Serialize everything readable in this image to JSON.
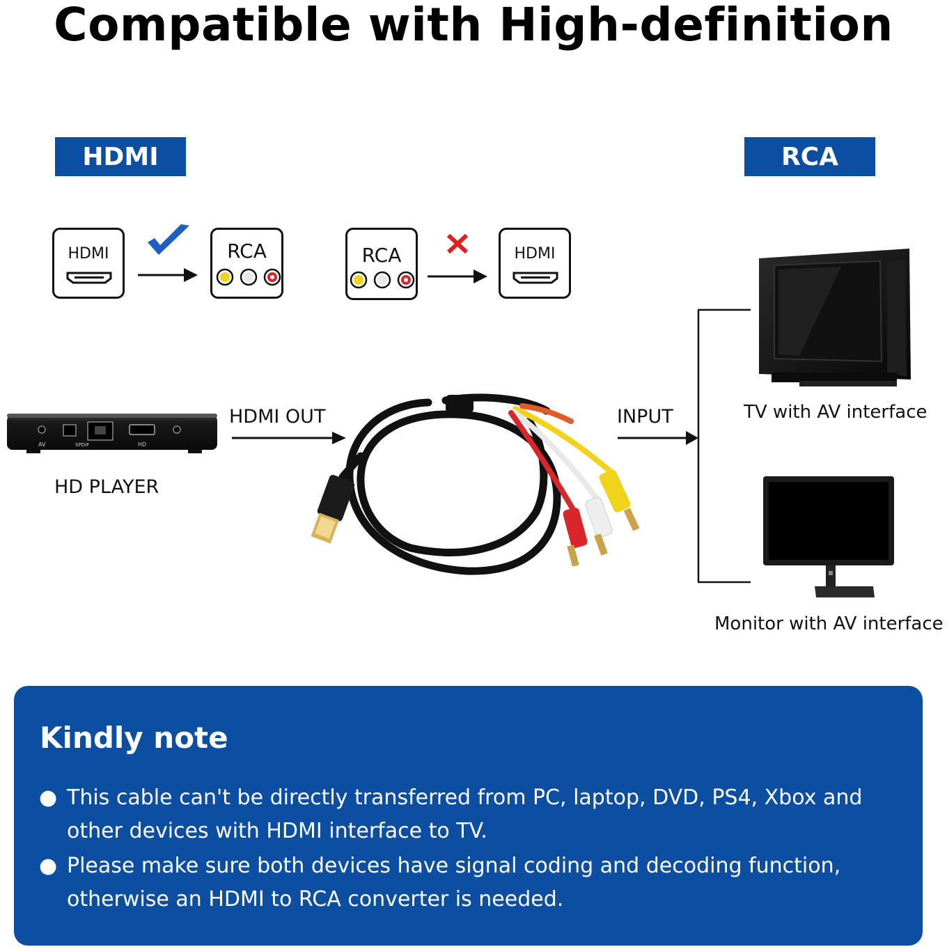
{
  "title": "Compatible with High-definition",
  "tags": {
    "left": "HDMI",
    "right": "RCA"
  },
  "compat": {
    "ok": {
      "from": "HDMI",
      "to": "RCA"
    },
    "bad": {
      "from": "RCA",
      "to": "HDMI"
    }
  },
  "labels": {
    "hdmi_out": "HDMI OUT",
    "input": "INPUT",
    "player": "HD PLAYER",
    "tv": "TV with AV interface",
    "monitor": "Monitor with AV interface"
  },
  "player_ports": [
    "AV",
    "SPDIF",
    "HD"
  ],
  "note": {
    "title": "Kindly note",
    "bullets": [
      "This cable can't be directly transferred from PC, laptop, DVD, PS4, Xbox and other devices with HDMI interface to TV.",
      "Please make sure both devices have signal coding and decoding function, otherwise an HDMI to RCA converter is needed."
    ]
  },
  "colors": {
    "accent_blue": "#0b4ea2",
    "check_blue": "#1d5fbf",
    "cross_red": "#e02020",
    "rca_yellow": "#f2d21a",
    "rca_white": "#e8e8e8",
    "rca_red": "#d8262c"
  }
}
